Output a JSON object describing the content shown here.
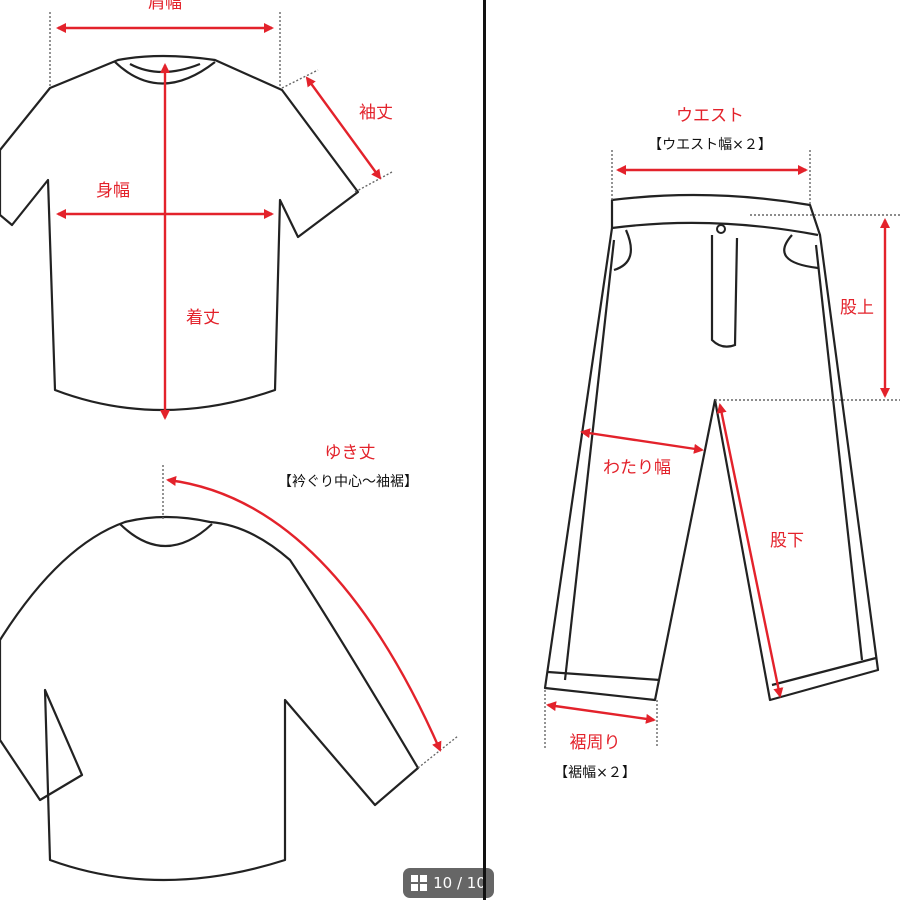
{
  "tshirt": {
    "shoulder_width": "肩幅",
    "sleeve_length": "袖丈",
    "body_width": "身幅",
    "body_length": "着丈"
  },
  "longsleeve": {
    "yuki_length": "ゆき丈",
    "yuki_note": "【衿ぐり中心～袖裾】"
  },
  "pants": {
    "waist": "ウエスト",
    "waist_note": "【ウエスト幅×２】",
    "rise": "股上",
    "thigh_width": "わたり幅",
    "inseam": "股下",
    "hem_circumference": "裾周り",
    "hem_note": "【裾幅×２】"
  },
  "viewer": {
    "page_counter": "10 / 10",
    "gallery_icon": "grid-icon"
  },
  "colors": {
    "measure_red": "#e3222b",
    "badge_bg": "#666666"
  }
}
